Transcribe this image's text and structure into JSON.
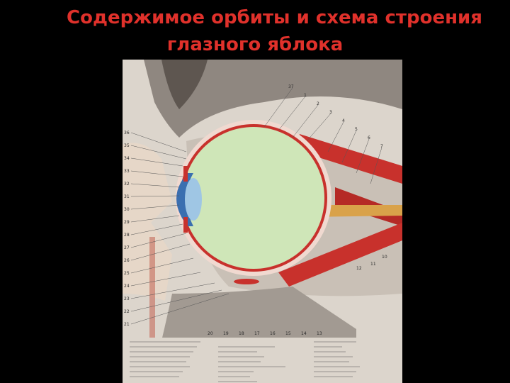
{
  "title": {
    "line1": "Содержимое орбиты и схема строения",
    "line2": "глазного яблока"
  },
  "figure": {
    "numbers_left": [
      "36",
      "35",
      "34",
      "33",
      "32",
      "31",
      "30",
      "29",
      "28",
      "27",
      "26",
      "25",
      "24",
      "23",
      "22",
      "21"
    ],
    "numbers_top": [
      "37",
      "1",
      "2",
      "3",
      "4",
      "5",
      "6",
      "7"
    ],
    "numbers_bottom": [
      "20",
      "19",
      "18",
      "17",
      "16",
      "15",
      "14",
      "13"
    ],
    "numbers_right": [
      "11",
      "10",
      "12"
    ]
  },
  "colors": {
    "background": "#000000",
    "title": "#e0312b",
    "vitreous": "#cfe6b8",
    "muscle": "#c8312c",
    "optic_nerve": "#d9a24a",
    "bone": "#8a8178"
  }
}
